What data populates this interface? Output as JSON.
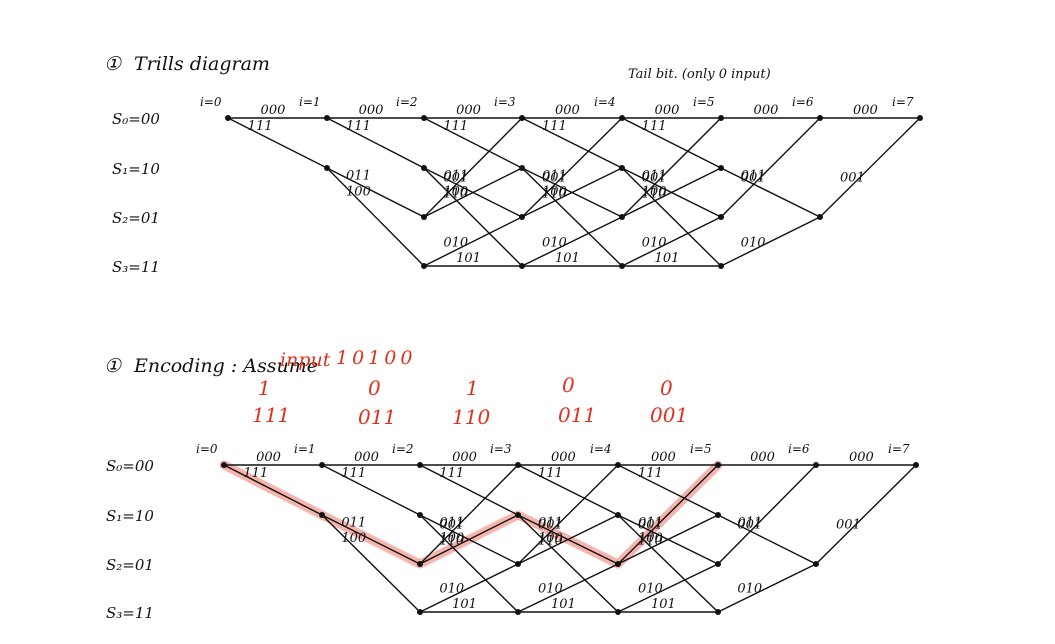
{
  "section1": {
    "marker": "①",
    "title": "Trills diagram",
    "note": "Tail bit. (only 0 input)"
  },
  "section2": {
    "marker": "①",
    "title": "Encoding : Assume",
    "input_label": "input",
    "input_bits": "10100"
  },
  "bits_above": [
    "1",
    "0",
    "1",
    "0",
    "0"
  ],
  "outputs_above": [
    "111",
    "011",
    "110",
    "011",
    "001"
  ],
  "states": [
    "S₀=00",
    "S₁=10",
    "S₂=01",
    "S₃=11"
  ],
  "stages": [
    "i=0",
    "i=1",
    "i=2",
    "i=3",
    "i=4",
    "i=5",
    "i=6",
    "i=7"
  ],
  "edge_labels": {
    "s0_s0": "000",
    "s0_s1": "111",
    "s1_s2": "011",
    "s1_s3": "100",
    "s2_s0": "001",
    "s2_s1": "110",
    "s3_s2": "010",
    "s3_s3": "101"
  },
  "highlight_path": [
    0,
    1,
    2,
    1,
    2,
    0
  ],
  "colors": {
    "ink": "#111111",
    "red": "#e0301e",
    "highlight": "#f3a39a"
  }
}
